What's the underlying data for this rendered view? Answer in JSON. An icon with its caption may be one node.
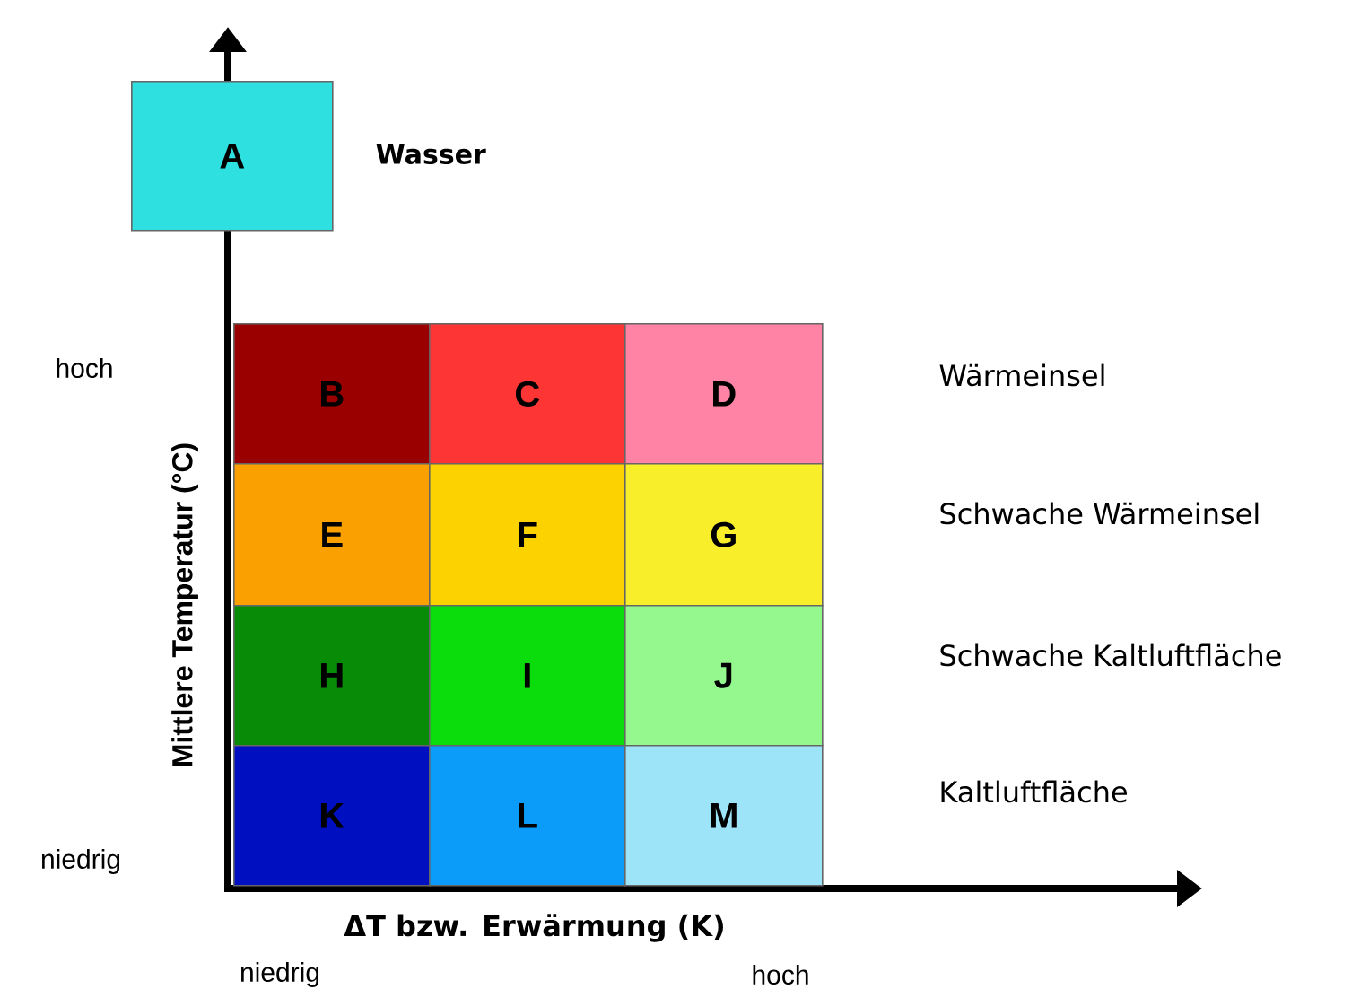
{
  "diagram": {
    "nodes": [
      {
        "text": [
          "A"
        ],
        "beside": [
          "Wasser"
        ]
      },
      {
        "text": [
          "B"
        ]
      },
      {
        "text": [
          "C"
        ]
      },
      {
        "text": [
          "D"
        ]
      },
      {
        "text": [
          "E"
        ]
      },
      {
        "text": [
          "F"
        ]
      },
      {
        "text": [
          "G"
        ]
      },
      {
        "text": [
          "H"
        ]
      },
      {
        "text": [
          "I"
        ]
      },
      {
        "text": [
          "J"
        ]
      },
      {
        "text": [
          "K"
        ]
      },
      {
        "text": [
          "L"
        ]
      },
      {
        "text": [
          "M"
        ]
      }
    ],
    "labels": [
      "hoch",
      "Wärmeinsel",
      "Schwache Wärmeinsel",
      "Mittlere Temperatur (°C)",
      "Schwache Kaltluftfläche",
      "Kaltluftfläche",
      "niedrig",
      "ΔT bzw. Erwärmung (K)",
      "niedrig",
      "hoch"
    ]
  }
}
